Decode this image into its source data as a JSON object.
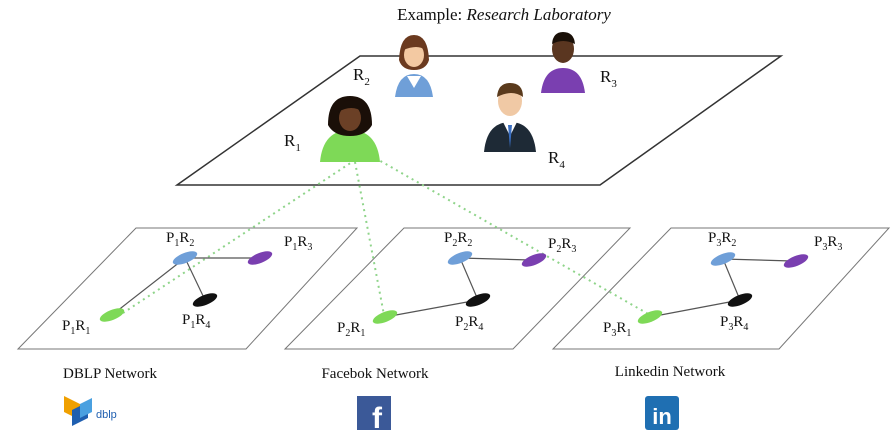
{
  "title": {
    "prefix": "Example: ",
    "emphasis": "Research Laboratory"
  },
  "lab": {
    "researchers": [
      {
        "base": "R",
        "sub": "1",
        "person": "woman-green"
      },
      {
        "base": "R",
        "sub": "2",
        "person": "woman-blue"
      },
      {
        "base": "R",
        "sub": "3",
        "person": "man-purple"
      },
      {
        "base": "R",
        "sub": "4",
        "person": "man-suit"
      }
    ]
  },
  "networks": [
    {
      "caption": "DBLP Network",
      "logo": "dblp-logo",
      "logo_text": "dblp",
      "nodes": [
        {
          "p": "1",
          "r": "1"
        },
        {
          "p": "1",
          "r": "2"
        },
        {
          "p": "1",
          "r": "3"
        },
        {
          "p": "1",
          "r": "4"
        }
      ]
    },
    {
      "caption": "Facebok Network",
      "logo": "facebook-logo",
      "logo_text": "f",
      "nodes": [
        {
          "p": "2",
          "r": "1"
        },
        {
          "p": "2",
          "r": "2"
        },
        {
          "p": "2",
          "r": "3"
        },
        {
          "p": "2",
          "r": "4"
        }
      ]
    },
    {
      "caption": "Linkedin Network",
      "logo": "linkedin-logo",
      "logo_text": "in",
      "nodes": [
        {
          "p": "3",
          "r": "1"
        },
        {
          "p": "3",
          "r": "2"
        },
        {
          "p": "3",
          "r": "3"
        },
        {
          "p": "3",
          "r": "4"
        }
      ]
    }
  ],
  "colors": {
    "r1": "#7ed957",
    "r2": "#6f9fd8",
    "r3": "#7a3fb0",
    "r4": "#111111",
    "link": "#8fd48a",
    "edge": "#555555"
  }
}
